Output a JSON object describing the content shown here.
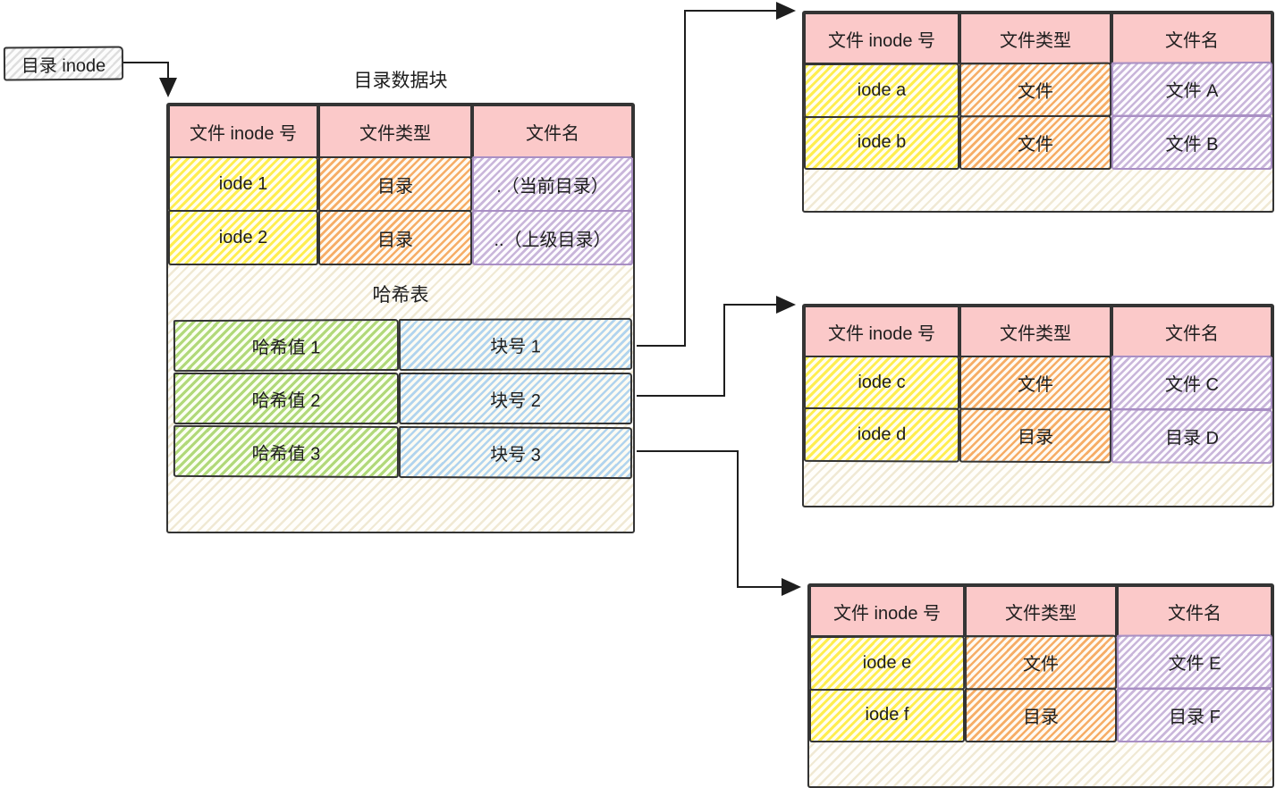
{
  "colors": {
    "ink": "#1e1e1e",
    "border-dark": "#343434",
    "header-pink": "#fbc9c9",
    "yellow": "#ffee4f",
    "orange": "#f6ad66",
    "purple": "#c9b6da",
    "purple-border": "#a98fc4",
    "green": "#b1d97a",
    "blue": "#b1d4ee",
    "cream": "#f0e9d4"
  },
  "inode_box": {
    "label": "目录 inode"
  },
  "main_table": {
    "title": "目录数据块",
    "headers": [
      "文件 inode 号",
      "文件类型",
      "文件名"
    ],
    "rows": [
      {
        "inode": "iode 1",
        "type": "目录",
        "name": ".（当前目录）"
      },
      {
        "inode": "iode 2",
        "type": "目录",
        "name": "..（上级目录）"
      }
    ],
    "hash_title": "哈希表",
    "hash_rows": [
      {
        "hash": "哈希值 1",
        "block": "块号 1"
      },
      {
        "hash": "哈希值 2",
        "block": "块号 2"
      },
      {
        "hash": "哈希值 3",
        "block": "块号 3"
      }
    ]
  },
  "block_tables": [
    {
      "headers": [
        "文件 inode 号",
        "文件类型",
        "文件名"
      ],
      "rows": [
        {
          "inode": "iode a",
          "type": "文件",
          "name": "文件 A"
        },
        {
          "inode": "iode b",
          "type": "文件",
          "name": "文件 B"
        }
      ]
    },
    {
      "headers": [
        "文件 inode 号",
        "文件类型",
        "文件名"
      ],
      "rows": [
        {
          "inode": "iode c",
          "type": "文件",
          "name": "文件 C"
        },
        {
          "inode": "iode d",
          "type": "目录",
          "name": "目录 D"
        }
      ]
    },
    {
      "headers": [
        "文件 inode 号",
        "文件类型",
        "文件名"
      ],
      "rows": [
        {
          "inode": "iode e",
          "type": "文件",
          "name": "文件 E"
        },
        {
          "inode": "iode f",
          "type": "目录",
          "name": "目录 F"
        }
      ]
    }
  ]
}
